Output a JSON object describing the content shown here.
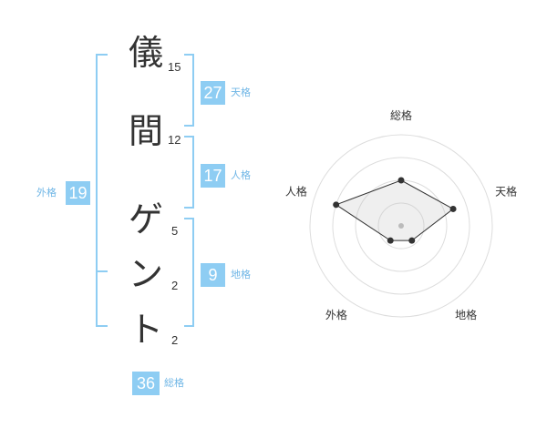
{
  "name": {
    "chars": [
      {
        "char": "儀",
        "strokes": "15"
      },
      {
        "char": "間",
        "strokes": "12"
      },
      {
        "char": "ゲ",
        "strokes": "5"
      },
      {
        "char": "ン",
        "strokes": "2"
      },
      {
        "char": "ト",
        "strokes": "2"
      }
    ]
  },
  "kakusu": {
    "tenkaku": {
      "value": "27",
      "label": "天格"
    },
    "jinkaku": {
      "value": "17",
      "label": "人格"
    },
    "chikaku": {
      "value": "9",
      "label": "地格"
    },
    "gaikaku": {
      "value": "19",
      "label": "外格"
    },
    "soukaku": {
      "value": "36",
      "label": "総格"
    }
  },
  "colors": {
    "bracket": "#8ecdf3",
    "box": "#8ecdf3",
    "label": "#6fb6e6",
    "text": "#333333"
  },
  "chart_data": {
    "type": "radar",
    "axes": [
      "総格",
      "天格",
      "地格",
      "外格",
      "人格"
    ],
    "values": [
      0.5,
      0.6,
      0.2,
      0.2,
      0.75
    ],
    "range": [
      0,
      1
    ],
    "rings": 4
  }
}
